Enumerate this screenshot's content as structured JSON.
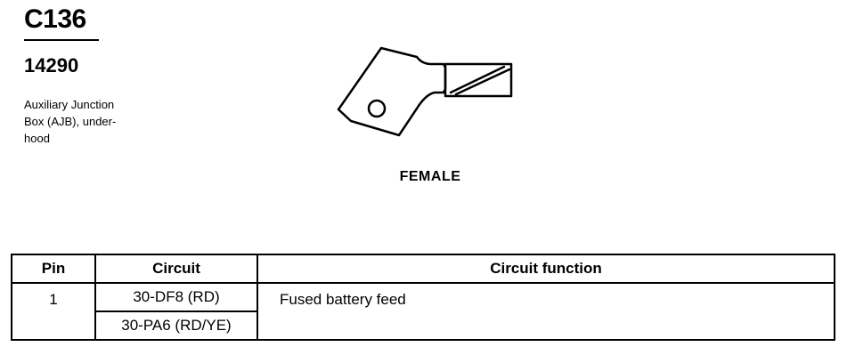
{
  "connector": {
    "id": "C136",
    "part_number": "14290",
    "description_lines": [
      "Auxiliary Junction",
      "Box (AJB), under-",
      "hood"
    ],
    "gender": "FEMALE"
  },
  "table": {
    "headers": {
      "pin": "Pin",
      "circuit": "Circuit",
      "function": "Circuit function"
    },
    "rows": [
      {
        "pin": "1",
        "circuits": [
          "30-DF8 (RD)",
          "30-PA6 (RD/YE)"
        ],
        "function": "Fused battery feed"
      }
    ]
  },
  "colors": {
    "ink": "#000000",
    "background": "#ffffff"
  }
}
